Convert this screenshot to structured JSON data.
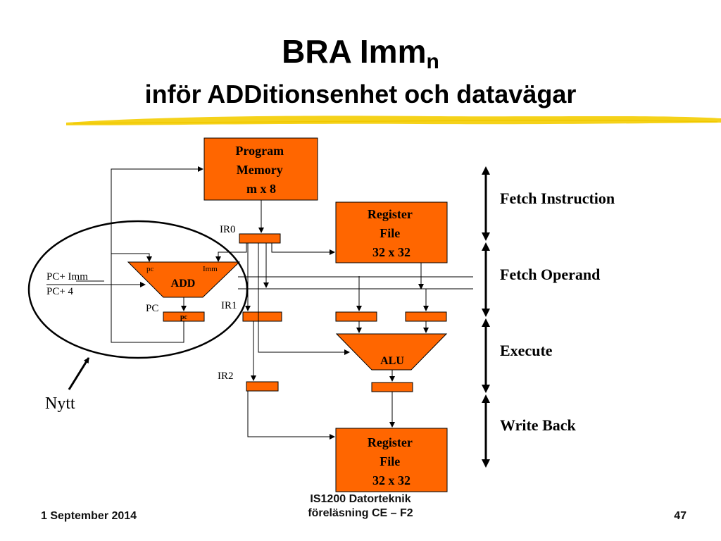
{
  "title": {
    "main": "BRA Imm",
    "subscript": "n",
    "subtitle": "inför ADDitionsenhet och datavägar"
  },
  "diagram": {
    "program_memory": [
      "Program",
      "Memory",
      "m x 8"
    ],
    "register_file_top": [
      "Register",
      "File",
      "32 x 32"
    ],
    "register_file_bottom": [
      "Register",
      "File",
      "32 x 32"
    ],
    "add_unit": {
      "label": "ADD",
      "in_left": "pc",
      "in_right": "Imm"
    },
    "pc_register": {
      "label": "PC",
      "inner": "pc"
    },
    "pc_inputs": [
      "PC+ Imm",
      "PC+ 4"
    ],
    "ir_labels": [
      "IR0",
      "IR1",
      "IR2"
    ],
    "alu_label": "ALU",
    "callout": "Nytt",
    "stages": [
      "Fetch Instruction",
      "Fetch Operand",
      "Execute",
      "Write Back"
    ]
  },
  "colors": {
    "block": "#ff6600",
    "highlight": "#f5d21a",
    "ink": "#000000"
  },
  "footer": {
    "date": "1 September 2014",
    "course_line1": "IS1200 Datorteknik",
    "course_line2": "föreläsning CE – F2",
    "page": "47"
  }
}
